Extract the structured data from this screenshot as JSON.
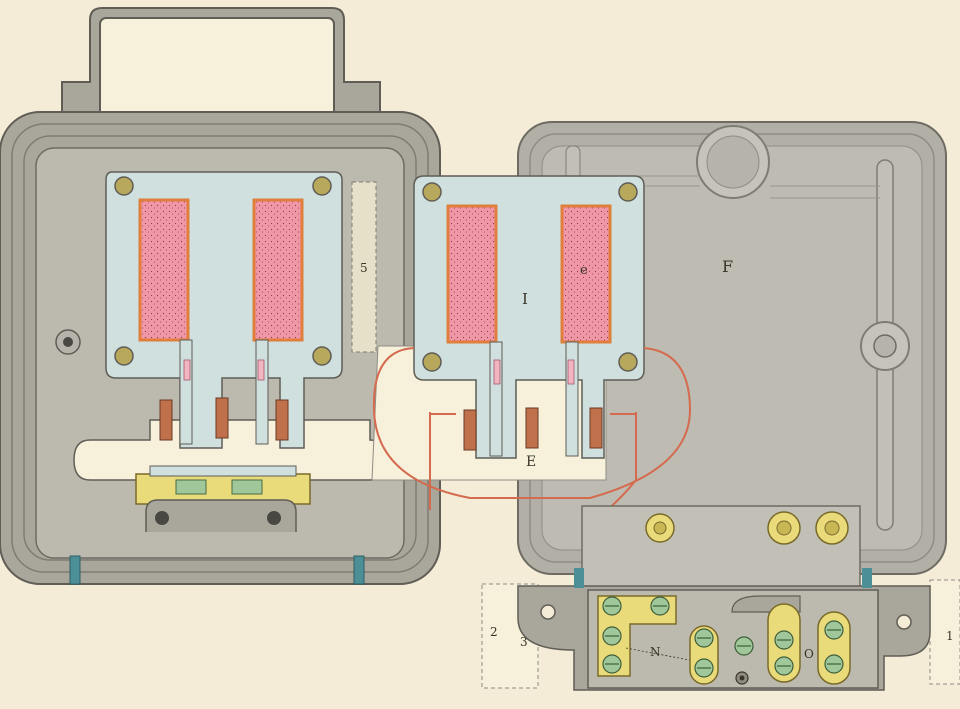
{
  "labels": {
    "F": "F",
    "I": "I",
    "E": "E",
    "e": "e",
    "N": "N",
    "O": "O",
    "n1": "1",
    "n2": "2",
    "n3": "3",
    "n5": "5"
  },
  "colors": {
    "paper": "#f4ecd6",
    "case": "#a9a79b",
    "case_inner": "#bcbaae",
    "iron": "#cfe0de",
    "coil": "#ec8fa0",
    "coil_border": "#e07e3c",
    "brass": "#e9da7a",
    "green_screw": "#9fc79a",
    "wire": "#d46a4e",
    "teal": "#4c8f96"
  }
}
